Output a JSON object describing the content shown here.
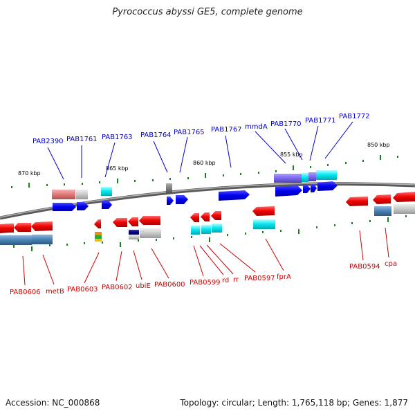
{
  "title": "Pyrococcus abyssi GE5, complete genome",
  "footer": {
    "accession": "Accession: NC_000868",
    "summary": "Topology: circular; Length: 1,765,118 bp; Genes: 1,877"
  },
  "scale_marks": [
    "870 kbp",
    "865 kbp",
    "860 kbp",
    "855 kbp",
    "850 kbp"
  ],
  "top_gene_labels": [
    "PAB2390",
    "PAB1761",
    "PAB1763",
    "PAB1764",
    "PAB1765",
    "PAB1767",
    "mmdA",
    "PAB1770",
    "PAB1771",
    "PAB1772"
  ],
  "bottom_gene_labels": [
    "PAB0606",
    "metB",
    "PAB0603",
    "PAB0602",
    "ubiE",
    "PAB0600",
    "PAB0599",
    "rd",
    "rr",
    "PAB0597",
    "fprA",
    "PAB0594",
    "cpa"
  ],
  "colors": {
    "plus_strand": "#0000ee",
    "minus_strand": "#ee0000",
    "backbone": "#8a8a8a",
    "cyan": "#00e5ee",
    "steel": "#4682b4",
    "purple": "#7b68ee",
    "grey": "#c8c8c8",
    "tick": "#1e7d1e"
  }
}
